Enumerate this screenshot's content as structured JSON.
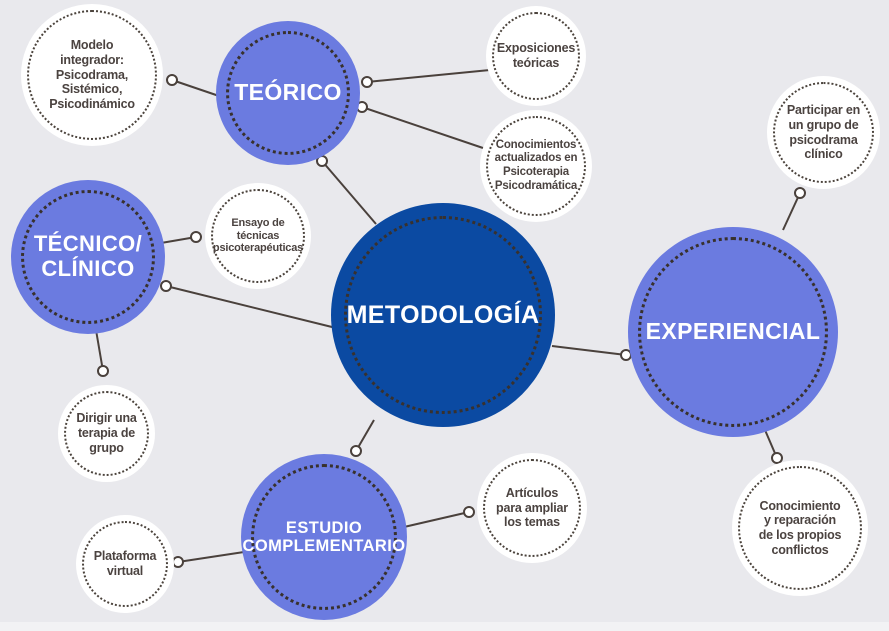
{
  "diagram_title": "METODOLOGÍA",
  "colors": {
    "background": "#e9e9ed",
    "center_node_fill": "#0b4aa2",
    "branch_node_fill": "#6b7be0",
    "leaf_node_fill": "#ffffff",
    "leaf_text": "#4b4340",
    "branch_text": "#ffffff",
    "dotted_ring": "#38312d",
    "connector_line": "#4a413c"
  },
  "nodes": {
    "metodologia": {
      "label": "METODOLOGÍA"
    },
    "teorico": {
      "label": "TEÓRICO"
    },
    "tecnico_clinico": {
      "label": "TÉCNICO/\nCLÍNICO"
    },
    "experiencial": {
      "label": "EXPERIENCIAL"
    },
    "estudio_complementario": {
      "label": "ESTUDIO\nCOMPLEMENTARIO"
    },
    "modelo_integrador": {
      "label": "Modelo\nintegrador:\nPsicodrama,\nSistémico,\nPsicodinámico"
    },
    "exposiciones_teoricas": {
      "label": "Exposiciones\nteóricas"
    },
    "conocimientos_actualizados": {
      "label": "Conocimientos\nactualizados en\nPsicoterapia\nPsicodramática"
    },
    "participar_grupo": {
      "label": "Participar en\nun grupo de\npsicodrama\nclínico"
    },
    "ensayo_tecnicas": {
      "label": "Ensayo de\ntécnicas\npsicoterapéuticas"
    },
    "dirigir_terapia": {
      "label": "Dirigir una\nterapia de\ngrupo"
    },
    "conocimiento_reparacion": {
      "label": "Conocimiento\ny reparación\nde los propios\nconflictos"
    },
    "articulos_ampliar": {
      "label": "Artículos\npara ampliar\nlos temas"
    },
    "plataforma_virtual": {
      "label": "Plataforma\nvirtual"
    }
  },
  "hierarchy": {
    "metodologia": [
      "teorico",
      "tecnico_clinico",
      "experiencial",
      "estudio_complementario"
    ],
    "teorico": [
      "modelo_integrador",
      "exposiciones_teoricas",
      "conocimientos_actualizados"
    ],
    "tecnico_clinico": [
      "ensayo_tecnicas",
      "dirigir_terapia"
    ],
    "experiencial": [
      "participar_grupo",
      "conocimiento_reparacion"
    ],
    "estudio_complementario": [
      "articulos_ampliar",
      "plataforma_virtual"
    ]
  }
}
